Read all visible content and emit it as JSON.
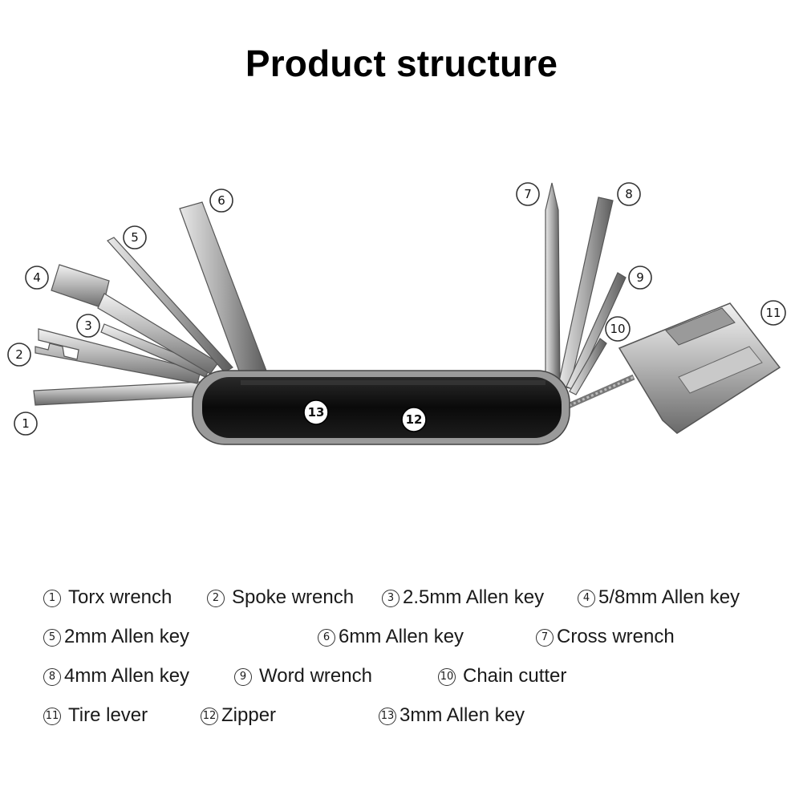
{
  "title": "Product structure",
  "callouts": {
    "c1": "1",
    "c2": "2",
    "c3": "3",
    "c4": "4",
    "c5": "5",
    "c6": "6",
    "c7": "7",
    "c8": "8",
    "c9": "9",
    "c10": "10",
    "c11": "11",
    "c12": "12",
    "c13": "13"
  },
  "legend": [
    {
      "num": "1",
      "label": "Torx wrench"
    },
    {
      "num": "2",
      "label": "Spoke wrench"
    },
    {
      "num": "3",
      "label": "2.5mm Allen key"
    },
    {
      "num": "4",
      "label": "5/8mm Allen key"
    },
    {
      "num": "5",
      "label": "2mm Allen key"
    },
    {
      "num": "6",
      "label": "6mm Allen key"
    },
    {
      "num": "7",
      "label": "Cross wrench"
    },
    {
      "num": "8",
      "label": "4mm Allen key"
    },
    {
      "num": "9",
      "label": "Word wrench"
    },
    {
      "num": "10",
      "label": "Chain cutter"
    },
    {
      "num": "11",
      "label": "Tire lever"
    },
    {
      "num": "12",
      "label": "Zipper"
    },
    {
      "num": "13",
      "label": "3mm Allen key"
    }
  ]
}
